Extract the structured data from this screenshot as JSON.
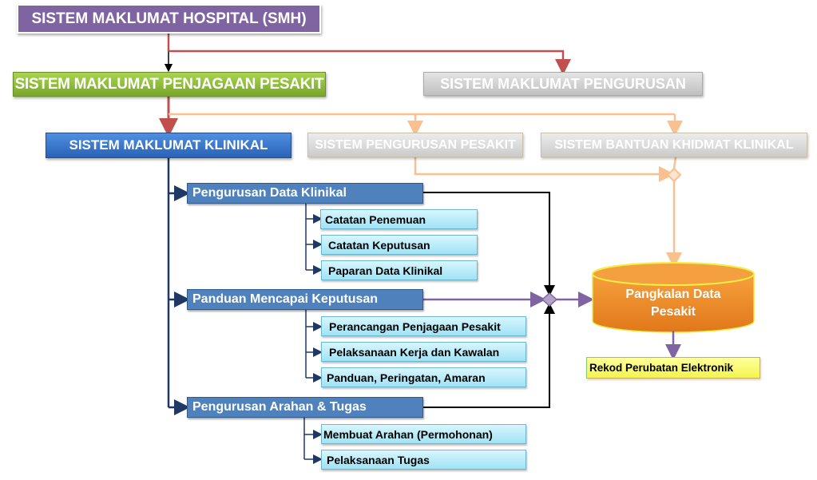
{
  "diagram": {
    "root": {
      "label": "SISTEM MAKLUMAT HOSPITAL  (SMH)",
      "color": "#8064a2"
    },
    "level1": [
      {
        "label": "SISTEM MAKLUMAT PENJAGAAN PESAKIT",
        "color": "#8cbf3f"
      },
      {
        "label": "SISTEM MAKLUMAT PENGURUSAN",
        "color": "#c8c8c8"
      }
    ],
    "level2": [
      {
        "label": "SISTEM MAKLUMAT KLINIKAL",
        "color": "#3a75cc"
      },
      {
        "label": "SISTEM PENGURUSAN PESAKIT",
        "color": "#d8d8d8"
      },
      {
        "label": "SISTEM BANTUAN KHIDMAT KLINIKAL",
        "color": "#d8d8d8"
      }
    ],
    "modules": [
      {
        "label": "Pengurusan Data Klinikal",
        "children": [
          "Catatan Penemuan",
          "Catatan Keputusan",
          "Paparan Data Klinikal"
        ]
      },
      {
        "label": "Panduan Mencapai Keputusan",
        "children": [
          "Perancangan Penjagaan Pesakit",
          "Pelaksanaan Kerja dan Kawalan",
          "Panduan, Peringatan, Amaran"
        ]
      },
      {
        "label": "Pengurusan Arahan & Tugas",
        "children": [
          "Membuat Arahan (Permohonan)",
          "Pelaksanaan Tugas"
        ]
      }
    ],
    "database": {
      "label_line1": "Pangkalan Data",
      "label_line2": "Pesakit",
      "color": "#f08a1c"
    },
    "output": {
      "label": "Rekod Perubatan Elektronik",
      "color": "#ffff80"
    },
    "connector_colors": {
      "red": "#c0504d",
      "orange": "#fac090",
      "navy": "#1f3864",
      "black": "#000000",
      "purple": "#8064a2"
    }
  }
}
